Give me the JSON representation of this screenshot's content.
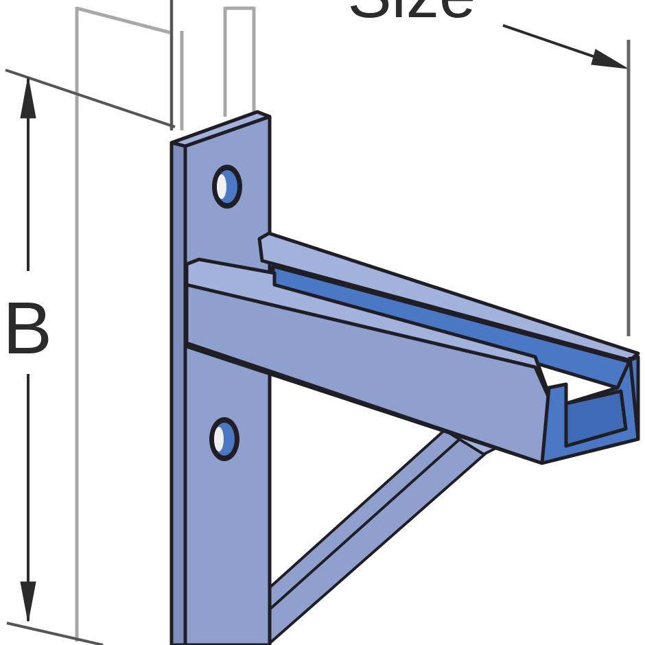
{
  "diagram": {
    "subject": "Cantilever channel bracket with angled brace",
    "labels": {
      "size": "Size",
      "height": "B"
    },
    "colors": {
      "steel_face": "#8fa0cf",
      "steel_light": "#a3b2dd",
      "channel_inside": "#4a78c4",
      "outline": "#1e1e24",
      "ghost_column": "#a8a8a8",
      "dimension_line": "#2b2b2b",
      "background": "#ffffff"
    },
    "features": {
      "mounting_holes": 2,
      "dimension_arrows": [
        "size-arrow",
        "b-height-arrow"
      ]
    }
  }
}
